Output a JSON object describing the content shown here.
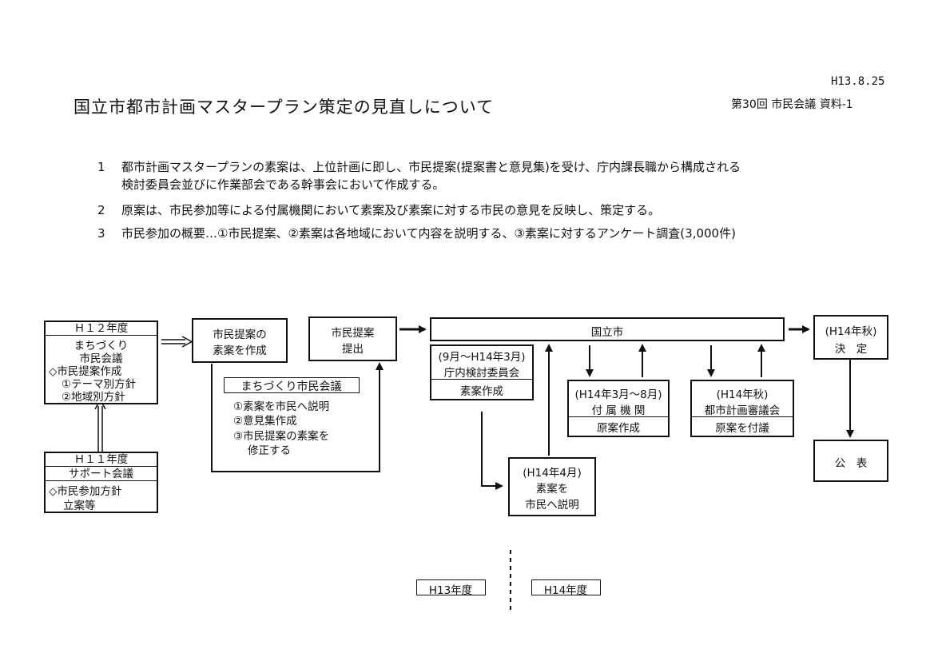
{
  "header": {
    "date": "H13.8.25",
    "title": "国立市都市計画マスタープラン策定の見直しについて",
    "reference": "第30回 市民会議 資料-1"
  },
  "items": [
    {
      "num": "1",
      "lines": [
        "都市計画マスタープランの素案は、上位計画に即し、市民提案(提案書と意見集)を受け、庁内課長職から構成される",
        "検討委員会並びに作業部会である幹事会において作成する。"
      ]
    },
    {
      "num": "2",
      "lines": [
        "原案は、市民参加等による付属機関において素案及び素案に対する市民の意見を反映し、策定する。"
      ]
    },
    {
      "num": "3",
      "lines": [
        "市民参加の概要…①市民提案、②素案は各地域において内容を説明する、③素案に対するアンケート調査(3,000件)"
      ]
    }
  ],
  "flow": {
    "h12": {
      "title": "Ｈ１２年度",
      "lines": [
        "まちづくり",
        "市民会議",
        "◇市民提案作成",
        "①テーマ別方針",
        "②地域別方針"
      ]
    },
    "h11": {
      "title": "Ｈ１１年度",
      "lines": [
        "サポート会議",
        "◇市民参加方針",
        "立案等"
      ]
    },
    "create": {
      "lines": [
        "市民提案の",
        "素案を作成"
      ]
    },
    "machi": {
      "title": "まちづくり市民会議",
      "lines": [
        "①素案を市民へ説明",
        "②意見集作成",
        "③市民提案の素案を",
        "修正する"
      ]
    },
    "submit": {
      "lines": [
        "市民提案",
        "提出"
      ]
    },
    "city": {
      "label": "国立市"
    },
    "committee": {
      "lines": [
        "(9月～H14年3月)",
        "庁内検討委員会"
      ],
      "footer": "素案作成"
    },
    "explain": {
      "lines": [
        "(H14年4月)",
        "素案を",
        "市民へ説明"
      ]
    },
    "attached": {
      "lines": [
        "(H14年3月～8月)",
        "付 属 機 関"
      ],
      "footer": "原案作成"
    },
    "council": {
      "lines": [
        "(H14年秋)",
        "都市計画審議会"
      ],
      "footer": "原案を付議"
    },
    "decision": {
      "lines": [
        "(H14年秋)",
        "決　定"
      ]
    },
    "publish": {
      "label": "公　表"
    }
  },
  "timeline": {
    "left": "H13年度",
    "right": "H14年度"
  }
}
